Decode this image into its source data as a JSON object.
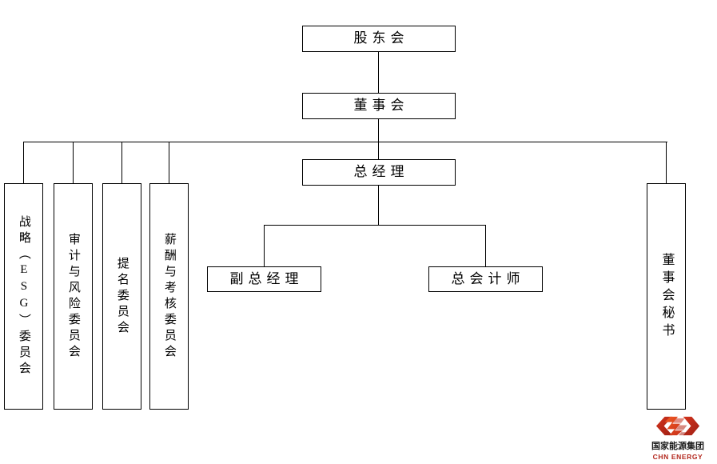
{
  "diagram": {
    "type": "org-chart",
    "title": "",
    "background_color": "#ffffff",
    "line_color": "#000000",
    "text_color": "#000000"
  },
  "nodes": {
    "shareholders_meeting": {
      "label": "股东会",
      "orientation": "horizontal"
    },
    "board_of_directors": {
      "label": "董事会",
      "orientation": "horizontal"
    },
    "general_manager": {
      "label": "总经理",
      "orientation": "horizontal"
    },
    "deputy_general_manager": {
      "label": "副总经理",
      "orientation": "horizontal"
    },
    "chief_accountant": {
      "label": "总会计师",
      "orientation": "horizontal"
    },
    "strategy_esg_committee": {
      "label": "战略（ESG）委员会",
      "orientation": "vertical"
    },
    "audit_risk_committee": {
      "label": "审计与风险委员会",
      "orientation": "vertical"
    },
    "nomination_committee": {
      "label": "提名委员会",
      "orientation": "vertical"
    },
    "remuneration_appraisal_committee": {
      "label": "薪酬与考核委员会",
      "orientation": "vertical"
    },
    "board_secretary": {
      "label": "董事会秘书",
      "orientation": "vertical"
    }
  },
  "logo": {
    "name_cn": "国家能源集团",
    "name_en": "CHN ENERGY",
    "mark_color_dark": "#b3271d",
    "mark_color_light": "#e8441f",
    "text_color_cn": "#1b1b1b",
    "text_color_en": "#b3271d"
  }
}
